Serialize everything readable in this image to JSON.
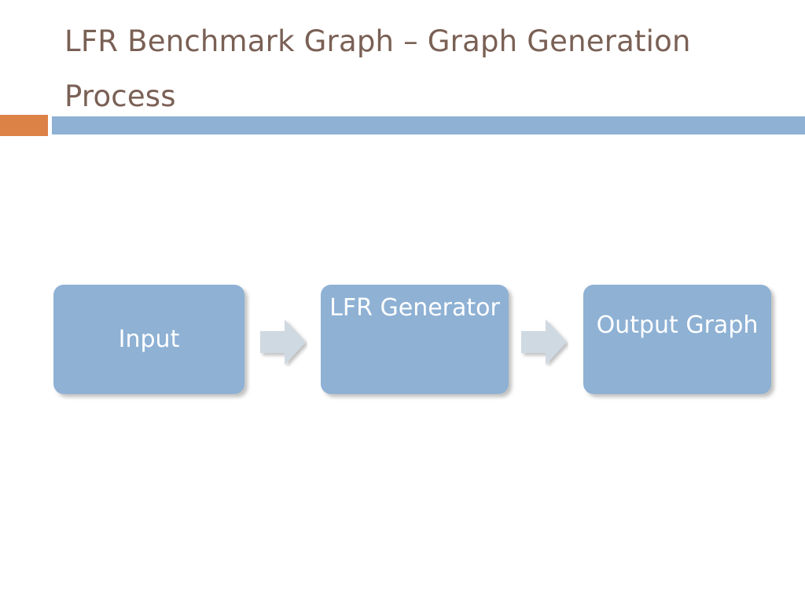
{
  "slide": {
    "title_line_1": "LFR Benchmark Graph – Graph",
    "title_line_2": "Generation Process",
    "title_full": "LFR Benchmark Graph – Graph Generation Process",
    "background_color": "#FFFFFF",
    "title_color": "#7A6055"
  },
  "divider": {
    "accent_color": "#DD8247",
    "bar_color": "#8EB1D4"
  },
  "diagram": {
    "type": "process-flow",
    "box_fill_color": "#8EB1D4",
    "box_text_color": "#FFFFFF",
    "arrow_fill_color": "#CFD9E2",
    "boxes": [
      {
        "id": "input",
        "label": "Input"
      },
      {
        "id": "generator",
        "label": "LFR Generator"
      },
      {
        "id": "output",
        "label": "Output Graph"
      }
    ],
    "arrows": [
      {
        "id": "arrow-1",
        "from": "input",
        "to": "generator",
        "glyph": "right-arrow-icon"
      },
      {
        "id": "arrow-2",
        "from": "generator",
        "to": "output",
        "glyph": "right-arrow-icon"
      }
    ]
  }
}
